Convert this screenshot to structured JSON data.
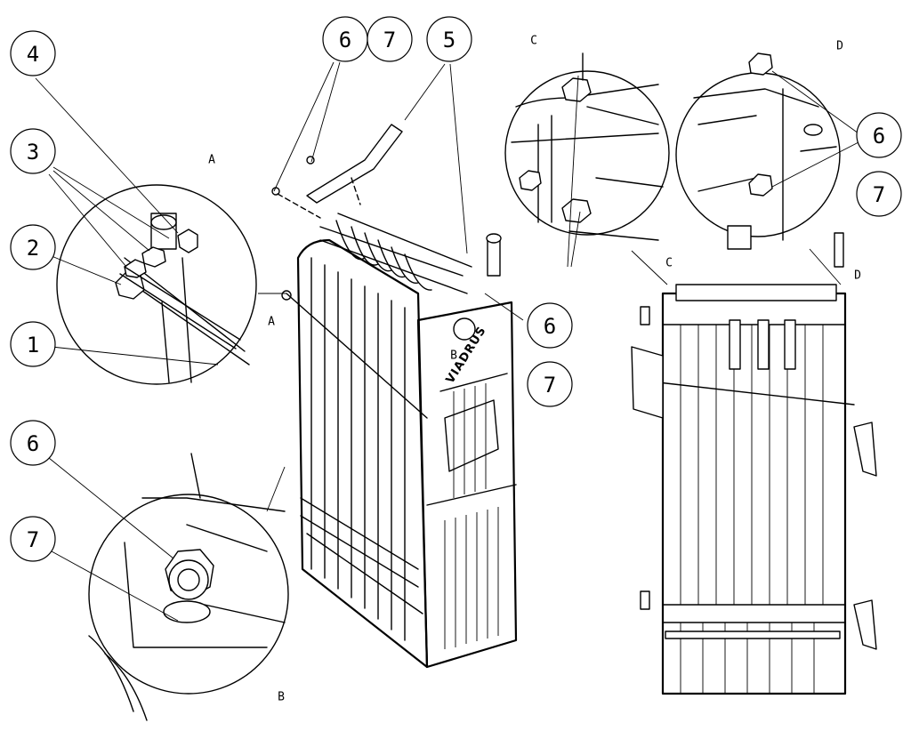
{
  "callouts": {
    "c4": "4",
    "c3": "3",
    "c2": "2",
    "c1": "1",
    "c6_left": "6",
    "c7_left": "7",
    "c6_top": "6",
    "c7_top": "7",
    "c5_top": "5",
    "c6_mid": "6",
    "c7_mid": "7",
    "c6_right": "6",
    "c7_right": "7"
  },
  "detail_labels": {
    "A_circle": "A",
    "A_marker": "A",
    "B_circle": "B",
    "B_marker": "B",
    "C_circle": "C",
    "C_marker": "C",
    "D_circle": "D",
    "D_marker": "D"
  },
  "brand": "VIADRUS"
}
